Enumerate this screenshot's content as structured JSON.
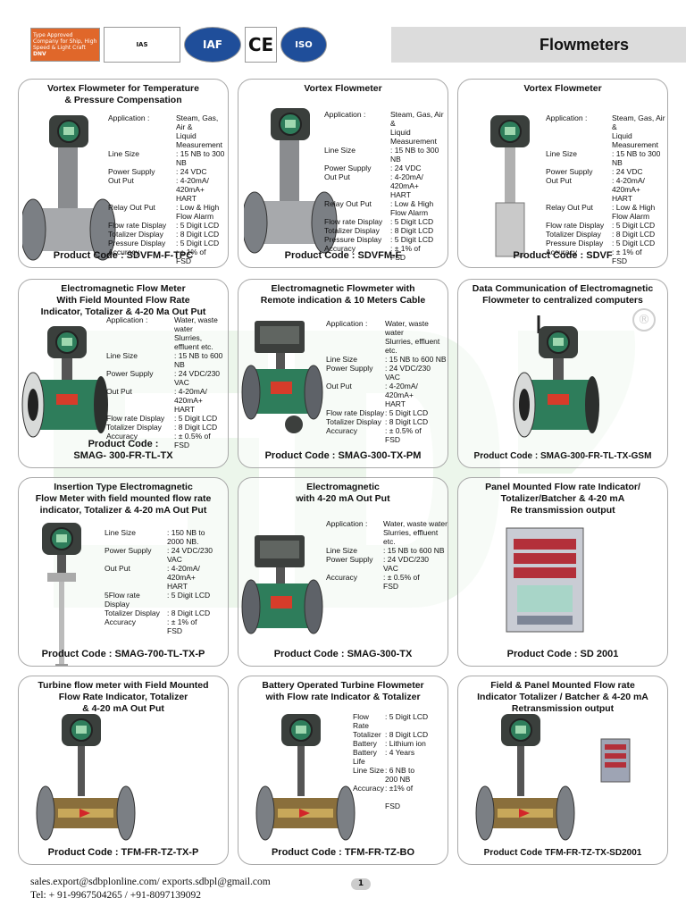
{
  "header": {
    "title": "Flowmeters",
    "logos": {
      "dnv_text": "Type Approved Company for Ship, High Speed & Light Craft",
      "dnv_mark": "DNV",
      "ias_mark": "IAS",
      "iaf_mark": "IAF",
      "ce_mark": "CE",
      "iso_mark": "ISO"
    }
  },
  "cards": [
    {
      "title": "Vortex Flowmeter for Temperature\n& Pressure Compensation",
      "specs": [
        {
          "k": "Application :",
          "v": "Steam, Gas, Air &\nLiquid Measurement"
        },
        {
          "k": "Line Size",
          "v": ": 15 NB to 300 NB"
        },
        {
          "k": "Power Supply",
          "v": ": 24 VDC"
        },
        {
          "k": "Out Put",
          "v": ": 4-20mA/\n420mA+\nHART"
        },
        {
          "k": "Relay Out Put",
          "v": ": Low & High\nFlow Alarm"
        },
        {
          "k": "Flow rate Display",
          "v": ": 5 Digit LCD"
        },
        {
          "k": "Totalizer Display",
          "v": ": 8 Digit LCD"
        },
        {
          "k": "Pressure Display",
          "v": ": 5 Digit LCD"
        },
        {
          "k": "Accuracy",
          "v": ": ± 1% of\nFSD"
        }
      ],
      "code": "Product Code : SDVFM-F-TPC"
    },
    {
      "title": "Vortex Flowmeter",
      "specs": [
        {
          "k": "Application :",
          "v": "Steam, Gas, Air &\nLiquid Measurement"
        },
        {
          "k": "Line Size",
          "v": ": 15 NB to 300 NB"
        },
        {
          "k": "Power Supply",
          "v": ": 24 VDC"
        },
        {
          "k": "Out Put",
          "v": ": 4-20mA/\n420mA+\nHART"
        },
        {
          "k": "Relay Out Put",
          "v": ": Low & High\nFlow Alarm"
        },
        {
          "k": "Flow rate Display",
          "v": ": 5 Digit LCD"
        },
        {
          "k": "Totalizer Display",
          "v": ": 8 Digit LCD"
        },
        {
          "k": "Pressure Display",
          "v": ": 5 Digit LCD"
        },
        {
          "k": "Accuracy",
          "v": ": ± 1% of\nFSD"
        }
      ],
      "code": "Product Code : SDVFM-F"
    },
    {
      "title": "Vortex Flowmeter",
      "specs": [
        {
          "k": "Application :",
          "v": "Steam, Gas, Air &\nLiquid Measurement"
        },
        {
          "k": "Line Size",
          "v": ": 15 NB to 300 NB"
        },
        {
          "k": "Power Supply",
          "v": ": 24 VDC"
        },
        {
          "k": "Out Put",
          "v": ": 4-20mA/\n420mA+\nHART"
        },
        {
          "k": "Relay Out Put",
          "v": ": Low & High\nFlow Alarm"
        },
        {
          "k": "Flow rate Display",
          "v": ": 5 Digit LCD"
        },
        {
          "k": "Totalizer Display",
          "v": ": 8 Digit LCD"
        },
        {
          "k": "Pressure Display",
          "v": ": 5 Digit LCD"
        },
        {
          "k": "Accuracy",
          "v": ": ± 1% of\nFSD"
        }
      ],
      "code": "Product Code :  SDVF"
    },
    {
      "title": "Electromagnetic Flow Meter\nWith Field Mounted Flow Rate\nIndicator, Totalizer & 4-20 Ma Out Put",
      "specs": [
        {
          "k": "Application :",
          "v": "Water, waste water\nSlurries, effluent etc."
        },
        {
          "k": "Line Size",
          "v": ": 15 NB to 600 NB"
        },
        {
          "k": "Power Supply",
          "v": ": 24 VDC/230\nVAC"
        },
        {
          "k": "Out Put",
          "v": ": 4-20mA/\n420mA+\nHART"
        },
        {
          "k": "Flow rate Display",
          "v": ": 5 Digit LCD"
        },
        {
          "k": "Totalizer Display",
          "v": ": 8 Digit LCD"
        },
        {
          "k": "Accuracy",
          "v": ": ± 0.5% of\nFSD"
        }
      ],
      "code": "Product Code :\nSMAG- 300-FR-TL-TX"
    },
    {
      "title": "Electromagnetic Flowmeter with\nRemote indication & 10 Meters  Cable",
      "specs": [
        {
          "k": "Application :",
          "v": "Water, waste water\nSlurries, effluent etc."
        },
        {
          "k": "Line Size",
          "v": ": 15 NB to 600 NB"
        },
        {
          "k": "Power Supply",
          "v": ": 24 VDC/230\nVAC"
        },
        {
          "k": "Out Put",
          "v": ": 4-20mA/\n420mA+\nHART"
        },
        {
          "k": "Flow rate Display",
          "v": ": 5 Digit LCD"
        },
        {
          "k": "Totalizer Display",
          "v": ": 8 Digit LCD"
        },
        {
          "k": "Accuracy",
          "v": ": ± 0.5% of\nFSD"
        }
      ],
      "code": "Product Code : SMAG-300-TX-PM"
    },
    {
      "title": "Data Communication of  Electromagnetic\nFlowmeter to centralized computers",
      "specs": [],
      "code": "Product Code :  SMAG-300-FR-TL-TX-GSM"
    },
    {
      "title": "Insertion  Type Electromagnetic\nFlow Meter  with field mounted flow rate\nindicator, Totalizer & 4-20 mA Out Put",
      "specs": [
        {
          "k": "Line Size",
          "v": ": 150 NB to\n2000 NB."
        },
        {
          "k": "Power Supply",
          "v": ": 24 VDC/230\nVAC"
        },
        {
          "k": "Out Put",
          "v": ": 4-20mA/\n420mA+\nHART"
        },
        {
          "k": "5Flow rate\nDisplay",
          "v": ": 5 Digit LCD"
        },
        {
          "k": "Totalizer Display",
          "v": ": 8 Digit LCD"
        },
        {
          "k": "Accuracy",
          "v": ": ± 1% of\nFSD"
        }
      ],
      "code": "Product Code : SMAG-700-TL-TX-P"
    },
    {
      "title": "Electromagnetic\nwith  4-20 mA Out Put",
      "specs": [
        {
          "k": "Application :",
          "v": "Water, waste water\nSlurries, effluent etc."
        },
        {
          "k": "Line Size",
          "v": ": 15 NB to 600 NB"
        },
        {
          "k": "Power Supply",
          "v": ": 24 VDC/230\nVAC"
        },
        {
          "k": "Accuracy",
          "v": ": ± 0.5% of\nFSD"
        }
      ],
      "code": "Product Code : SMAG-300-TX"
    },
    {
      "title": "Panel Mounted Flow rate Indicator/\nTotalizer/Batcher & 4-20 mA\nRe transmission output",
      "specs": [],
      "code": "Product Code : SD 2001"
    },
    {
      "title": "Turbine flow meter with Field Mounted\nFlow Rate Indicator, Totalizer\n& 4-20 mA Out Put",
      "specs": [],
      "code": "Product Code : TFM-FR-TZ-TX-P"
    },
    {
      "title": "Battery Operated Turbine Flowmeter\nwith Flow rate Indicator & Totalizer",
      "specs": [
        {
          "k": "Flow Rate",
          "v": ": 5 Digit LCD"
        },
        {
          "k": "Totalizer",
          "v": ": 8 Digit LCD"
        },
        {
          "k": "Battery",
          "v": ": Lithium ion"
        },
        {
          "k": "Battery Life",
          "v": ": 4 Years"
        },
        {
          "k": "Line Size",
          "v": ": 6 NB to\n200 NB"
        },
        {
          "k": "Accuracy",
          "v": ": ±1% of\n\nFSD"
        }
      ],
      "code": "Product Code : TFM-FR-TZ-BO"
    },
    {
      "title": "Field & Panel Mounted Flow rate\nIndicator Totalizer / Batcher & 4-20 mA\nRetransmission output",
      "specs": [],
      "code": "Product Code TFM-FR-TZ-TX-SD2001"
    }
  ],
  "footer": {
    "emails": "sales.export@sdbplonline.com/ exports.sdbpl@gmail.com",
    "phones": "Tel: + 91-9967504265 / +91-8097139092",
    "page": "1"
  },
  "colors": {
    "accent": "#dcdcdc",
    "border": "#a9a9a9",
    "meter_green": "#2e7d5b",
    "watermark_green": "#7cc47a"
  }
}
